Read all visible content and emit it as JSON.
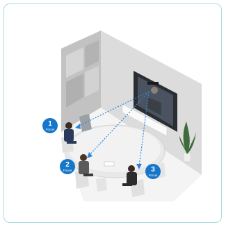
{
  "badges": [
    {
      "number": "1",
      "label": "Focus"
    },
    {
      "number": "2",
      "label": "Focus"
    },
    {
      "number": "3",
      "label": "Focus"
    }
  ],
  "colors": {
    "badge": "#1676c9",
    "arrow": "#2f86d6",
    "frame": "#a9dde3",
    "wall": "#bfbfbf",
    "table": "#e6e6e6"
  }
}
